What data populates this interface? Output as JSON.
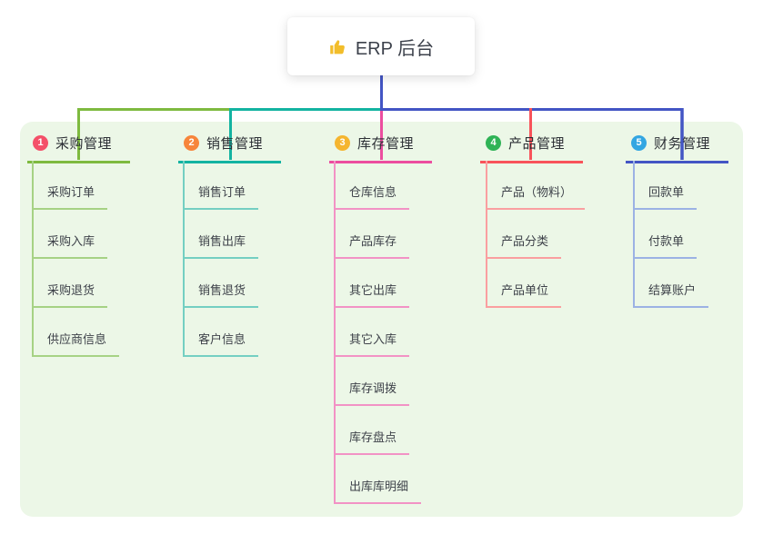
{
  "root": {
    "label": "ERP 后台",
    "icon": "thumbs-up"
  },
  "colors": {
    "canvas_bg": "#ecf7e7",
    "root_connector": "#4355c4",
    "thumb": "#f2bd2a"
  },
  "branches": [
    {
      "num": "1",
      "label": "采购管理",
      "color": "#7eba3f",
      "child_color": "#a6d284",
      "badge_color": "#f45069",
      "children": [
        "采购订单",
        "采购入库",
        "采购退货",
        "供应商信息"
      ]
    },
    {
      "num": "2",
      "label": "销售管理",
      "color": "#13b3a1",
      "child_color": "#74cfc2",
      "badge_color": "#f7853b",
      "children": [
        "销售订单",
        "销售出库",
        "销售退货",
        "客户信息"
      ]
    },
    {
      "num": "3",
      "label": "库存管理",
      "color": "#ec4d9f",
      "child_color": "#f292c5",
      "badge_color": "#f5b52f",
      "children": [
        "仓库信息",
        "产品库存",
        "其它出库",
        "其它入库",
        "库存调拨",
        "库存盘点",
        "出库库明细"
      ]
    },
    {
      "num": "4",
      "label": "产品管理",
      "color": "#f8535a",
      "child_color": "#fa9fa0",
      "badge_color": "#2fb356",
      "children": [
        "产品（物料）",
        "产品分类",
        "产品单位"
      ]
    },
    {
      "num": "5",
      "label": "财务管理",
      "color": "#4355c4",
      "child_color": "#9cb2e4",
      "badge_color": "#33a6e2",
      "children": [
        "回款单",
        "付款单",
        "结算账户"
      ]
    }
  ]
}
